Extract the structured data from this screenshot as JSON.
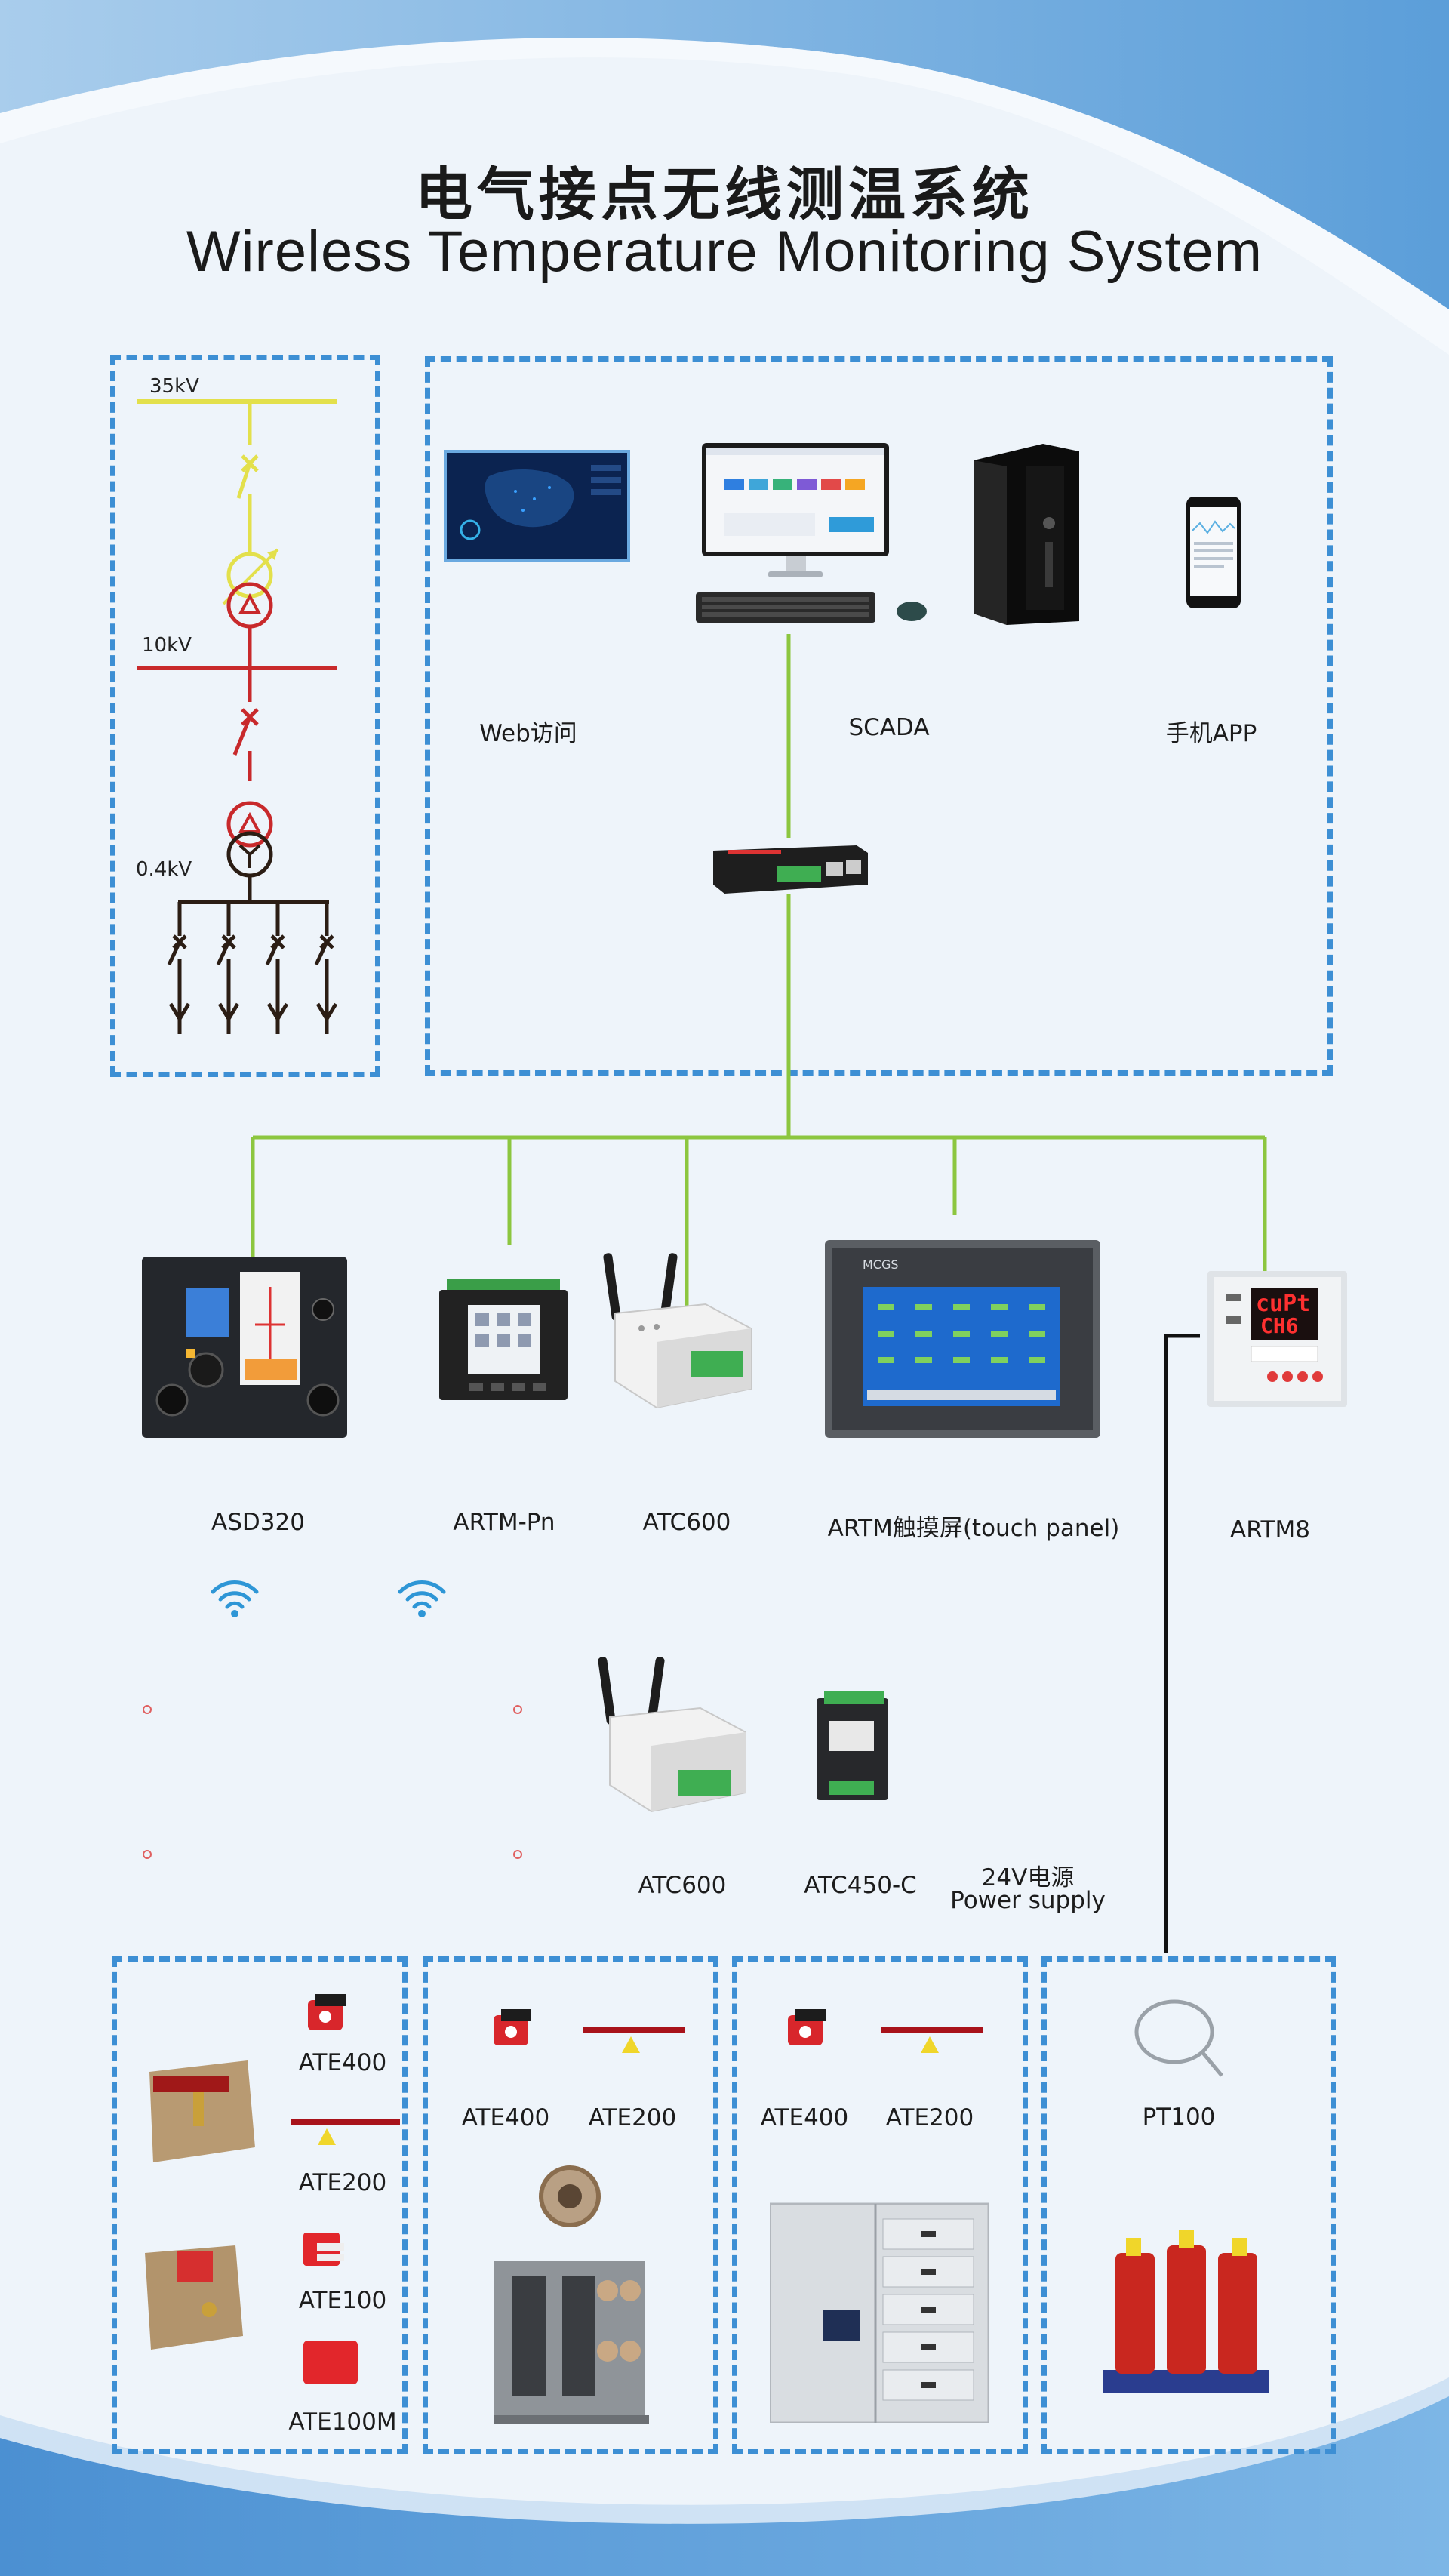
{
  "title_cn": "电气接点无线测温系统",
  "title_en": "Wireless Temperature Monitoring System",
  "voltage_levels": [
    "35kV",
    "10kV",
    "0.4kV"
  ],
  "top_devices": [
    {
      "label": "Web访问",
      "icon": "web-dashboard-icon"
    },
    {
      "label": "SCADA",
      "icon": "desktop-computer-icon"
    },
    {
      "label": "手机APP",
      "icon": "mobile-phone-icon"
    }
  ],
  "gateway": {
    "icon": "communication-gateway-icon"
  },
  "mid_devices": [
    {
      "label": "ASD320",
      "icon": "switchgear-controller-icon"
    },
    {
      "label": "ARTM-Pn",
      "icon": "temperature-display-icon"
    },
    {
      "label": "ATC600",
      "icon": "wireless-transceiver-icon"
    },
    {
      "label": "ARTM触摸屏(touch panel)",
      "icon": "touch-panel-icon"
    },
    {
      "label": "ARTM8",
      "icon": "temperature-meter-icon"
    }
  ],
  "touch_panel_brand": "MCGS",
  "artm8_display": [
    "cuPt",
    "CH6"
  ],
  "lower_devices": [
    {
      "label": "ATC600",
      "icon": "wireless-transceiver-icon"
    },
    {
      "label": "ATC450-C",
      "icon": "collector-module-icon"
    },
    {
      "label": "24V电源",
      "label2": "Power supply",
      "icon": "power-supply-icon"
    }
  ],
  "sensor_groups": [
    {
      "labels": [
        "ATE400",
        "ATE200",
        "ATE100",
        "ATE100M"
      ]
    },
    {
      "labels": [
        "ATE400",
        "ATE200"
      ]
    },
    {
      "labels": [
        "ATE400",
        "ATE200"
      ]
    },
    {
      "labels": [
        "PT100"
      ]
    }
  ],
  "colors": {
    "dashed_border": "#3d8fd4",
    "link_line": "#8cc63f",
    "busbar_35kv": "#e3e04b",
    "busbar_10kv": "#c8292b",
    "lowvoltage_lines": "#2b1d14",
    "wifi": "#2e96d6"
  }
}
